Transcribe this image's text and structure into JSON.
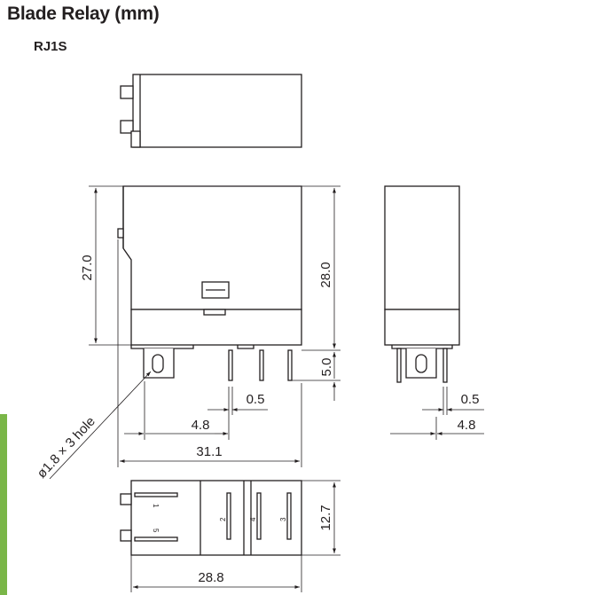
{
  "title": "Blade Relay (mm)",
  "model": "RJ1S",
  "dimensions": {
    "height_body": "27.0",
    "height_total": "28.0",
    "pin_length": "5.0",
    "pin_thickness_front": "0.5",
    "pin_thickness_side": "0.5",
    "pin_offset_front": "4.8",
    "pin_offset_side": "4.8",
    "width_overall": "31.1",
    "hole_spec": "ø1.8 × 3 hole",
    "depth_bottom": "12.7",
    "width_bottom": "28.8"
  },
  "pins": [
    "1",
    "5",
    "2",
    "4",
    "3"
  ],
  "colors": {
    "line": "#231f20",
    "accent_bar": "#7ab648"
  }
}
